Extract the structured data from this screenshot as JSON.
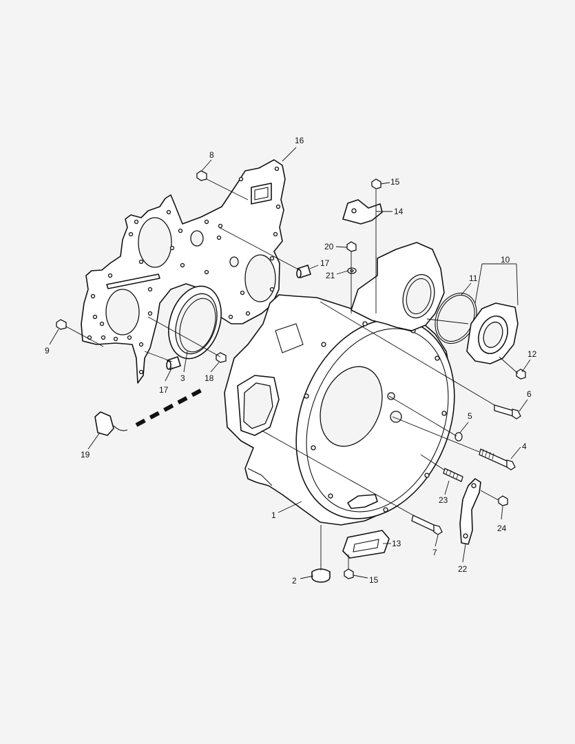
{
  "labels": {
    "p1": "1",
    "p2": "2",
    "p3": "3",
    "p4": "4",
    "p5": "5",
    "p6": "6",
    "p7": "7",
    "p8": "8",
    "p9": "9",
    "p10": "10",
    "p11": "11",
    "p12": "12",
    "p13": "13",
    "p14": "14",
    "p15a": "15",
    "p15b": "15",
    "p16": "16",
    "p17a": "17",
    "p17b": "17",
    "p18": "18",
    "p19": "19",
    "p20": "20",
    "p21": "21",
    "p22": "22",
    "p23": "23",
    "p24": "24"
  }
}
